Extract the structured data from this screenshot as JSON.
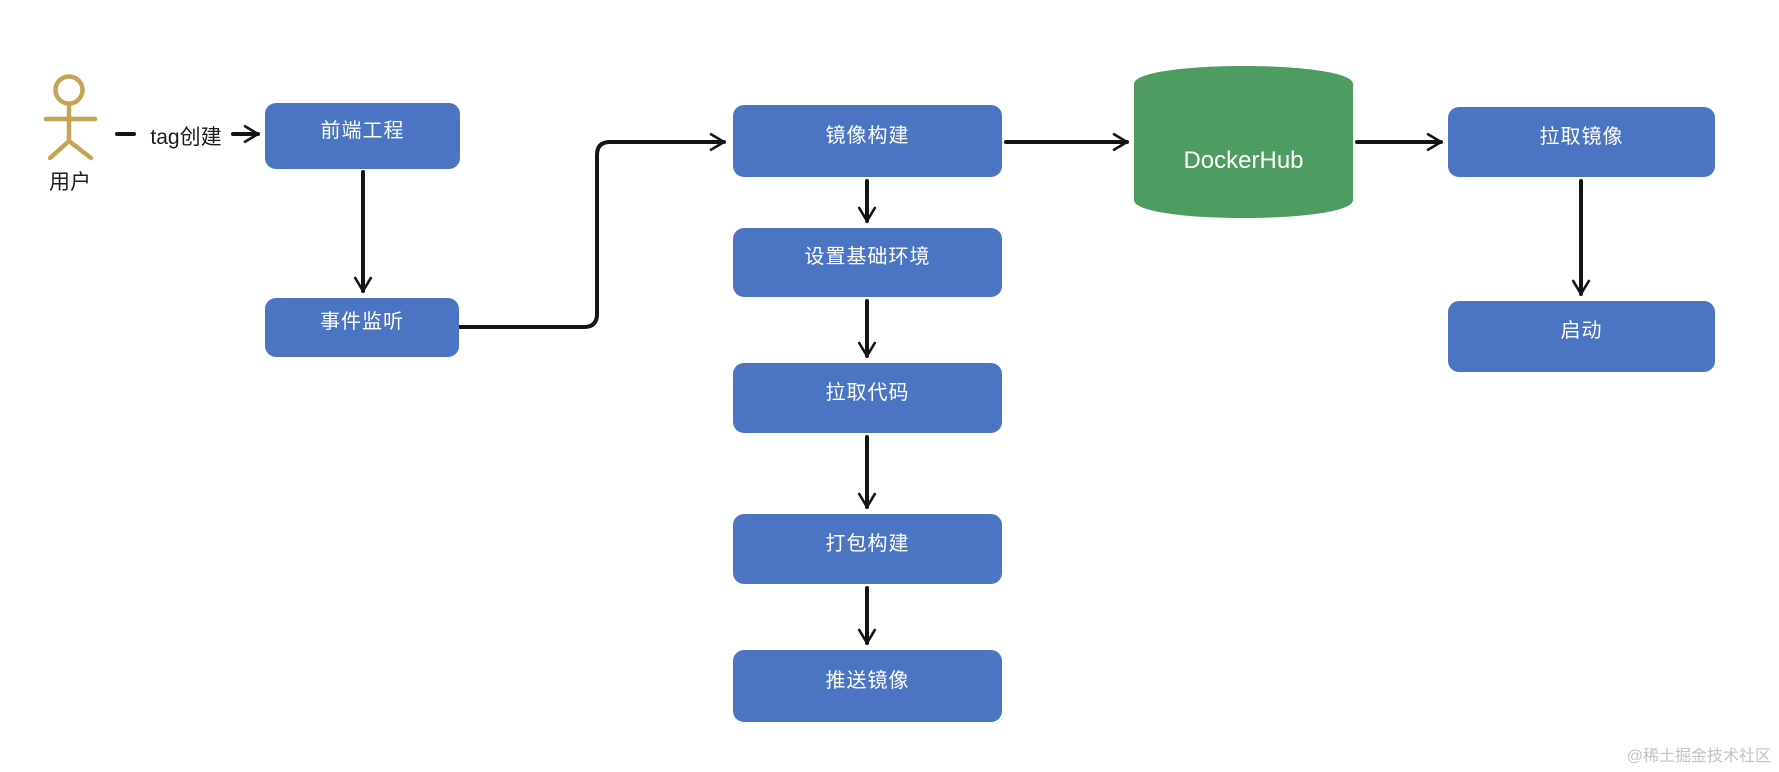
{
  "diagram": {
    "actor_label": "用户",
    "edge_label": "tag创建",
    "nodes": {
      "frontend": "前端工程",
      "event_listener": "事件监听",
      "image_build": "镜像构建",
      "base_env": "设置基础环境",
      "pull_code": "拉取代码",
      "package_build": "打包构建",
      "push_image": "推送镜像",
      "dockerhub": "DockerHub",
      "pull_image": "拉取镜像",
      "start": "启动"
    },
    "colors": {
      "process_box": "#4b75c3",
      "database_green": "#4f9c63",
      "actor_gold": "#c6a455",
      "connector_black": "#141414",
      "watermark_gray": "#c3c3c5"
    },
    "watermark": "@稀土掘金技术社区"
  }
}
